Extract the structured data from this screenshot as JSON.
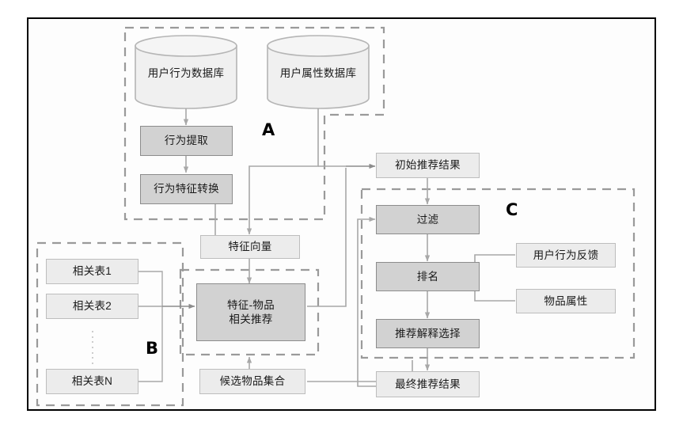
{
  "diagram": {
    "title": "recommendation-system-architecture-flowchart",
    "colors": {
      "dark_fill": "#d2d2d2",
      "dark_stroke": "#8c8c8c",
      "light_fill": "#ececec",
      "light_stroke": "#bdbdbd",
      "dashed_stroke": "#9a9a9a",
      "connector": "#8c8c8c",
      "frame": "#000000"
    },
    "group_labels": {
      "a": "A",
      "b": "B",
      "c": "C"
    },
    "databases": [
      {
        "id": "user-behavior-db",
        "label": "用户行为数据库"
      },
      {
        "id": "user-attribute-db",
        "label": "用户属性数据库"
      }
    ],
    "nodes": {
      "behavior_extraction": "行为提取",
      "behavior_feature_transform": "行为特征转换",
      "feature_vector": "特征向量",
      "feature_item_recommend": "特征-物品\n相关推荐",
      "feature_item_recommend_line1": "特征-物品",
      "feature_item_recommend_line2": "相关推荐",
      "candidate_item_set": "候选物品集合",
      "initial_recommend_result": "初始推荐结果",
      "filter": "过滤",
      "ranking": "排名",
      "explanation_selection": "推荐解释选择",
      "final_recommend_result": "最终推荐结果",
      "user_behavior_feedback": "用户行为反馈",
      "item_attribute": "物品属性"
    },
    "relation_tables": [
      {
        "id": "relation-table-1",
        "label": "相关表1"
      },
      {
        "id": "relation-table-2",
        "label": "相关表2"
      },
      {
        "id": "relation-table-n",
        "label": "相关表N"
      }
    ]
  }
}
